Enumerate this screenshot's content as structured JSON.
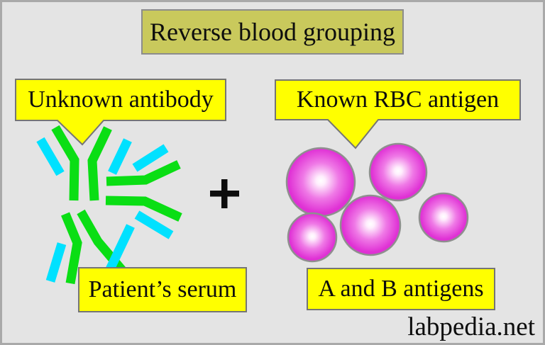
{
  "title": {
    "label": "Reverse blood grouping"
  },
  "callouts": {
    "unknown_antibody": {
      "label": "Unknown antibody"
    },
    "known_rbc_antigen": {
      "label": "Known RBC antigen"
    }
  },
  "labels": {
    "patient_serum": "Patient’s serum",
    "ab_antigens": "A and B antigens",
    "watermark": "labpedia.net"
  },
  "operator": {
    "plus": "+"
  },
  "diagram": {
    "left_panel": "three Y-shaped antibodies (green heavy chains, cyan light chains) in patient serum",
    "right_panel": "five magenta spheres representing red blood cells carrying A and B antigens",
    "rbc_count": 5
  },
  "colors": {
    "bg": "#e4e4e4",
    "frame": "#a9a9a9",
    "title_bg": "#c9c95c",
    "title_border": "#8c8c8c",
    "callout_bg": "#ffff00",
    "callout_border": "#757575",
    "green": "#0ade14",
    "cyan": "#00e1ff",
    "rbc_border": "#8f8f8f",
    "rbc_edge": "#dd2bd2",
    "rbc_mid": "#ef79e6",
    "rbc_core": "#ffffff",
    "ink": "#0d0d0d"
  }
}
